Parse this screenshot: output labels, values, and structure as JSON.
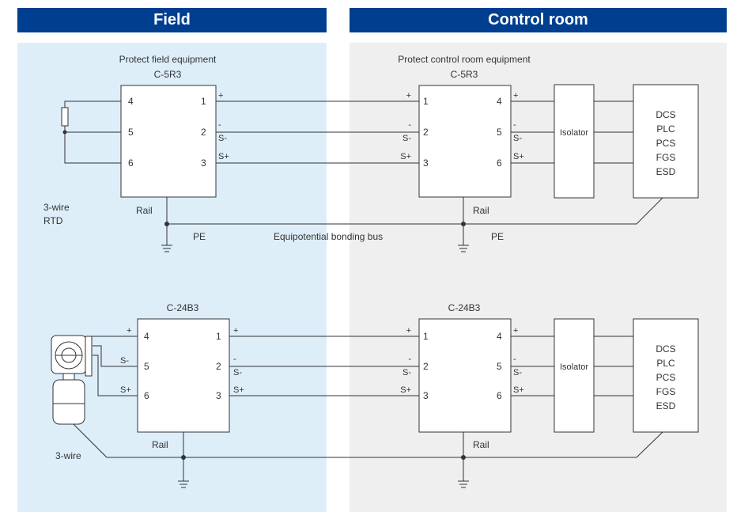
{
  "headers": {
    "field": "Field",
    "control_room": "Control room"
  },
  "top": {
    "field_title": "Protect field equipment",
    "control_title": "Protect control room equipment",
    "field_module": "C-5R3",
    "control_module": "C-5R3",
    "sensor_label_1": "3-wire",
    "sensor_label_2": "RTD",
    "rail": "Rail",
    "pe": "PE",
    "bus": "Equipotential bonding bus"
  },
  "bottom": {
    "field_module": "C-24B3",
    "control_module": "C-24B3",
    "sensor_label": "3-wire",
    "rail": "Rail"
  },
  "pins": {
    "p1": "1",
    "p2": "2",
    "p3": "3",
    "p4": "4",
    "p5": "5",
    "p6": "6"
  },
  "signals": {
    "plus": "+",
    "minus": "-",
    "s_minus": "S-",
    "s_plus": "S+"
  },
  "isolator": "Isolator",
  "systems": [
    "DCS",
    "PLC",
    "PCS",
    "FGS",
    "ESD"
  ]
}
